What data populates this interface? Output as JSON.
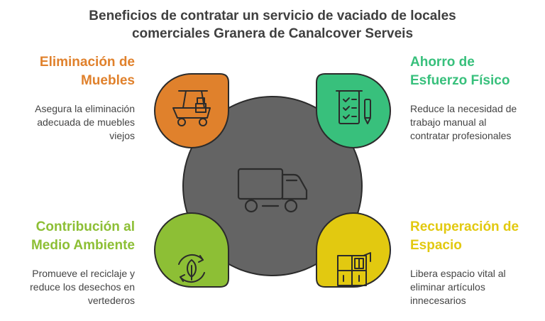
{
  "title": {
    "line1": "Beneficios de contratar un servicio de vaciado de locales",
    "line2": "comerciales Granera de Canalcover Serveis"
  },
  "colors": {
    "center": "#646464",
    "top_left": "#e0812c",
    "top_right": "#38c07c",
    "bottom_left": "#8dbf35",
    "bottom_right": "#e2c910",
    "outline": "#2b2b2b"
  },
  "center": {
    "icon": "delivery-truck-icon"
  },
  "sections": {
    "top_left": {
      "icon": "cart-with-box-icon",
      "heading": [
        "Eliminación de",
        "Muebles"
      ],
      "desc": [
        "Asegura la eliminación",
        "adecuada de muebles",
        "viejos"
      ]
    },
    "top_right": {
      "icon": "clipboard-checklist-icon",
      "heading": [
        "Ahorro de",
        "Esfuerzo Físico"
      ],
      "desc": [
        "Reduce la necesidad de",
        "trabajo manual al",
        "contratar profesionales"
      ]
    },
    "bottom_left": {
      "icon": "recycle-leaf-icon",
      "heading": [
        "Contribución al",
        "Medio Ambiente"
      ],
      "desc": [
        "Promueve el reciclaje y",
        "reduce los desechos en",
        "vertederos"
      ]
    },
    "bottom_right": {
      "icon": "cleared-shelf-icon",
      "heading": [
        "Recuperación de",
        "Espacio"
      ],
      "desc": [
        "Libera espacio vital al",
        "eliminar artículos",
        "innecesarios"
      ]
    }
  }
}
